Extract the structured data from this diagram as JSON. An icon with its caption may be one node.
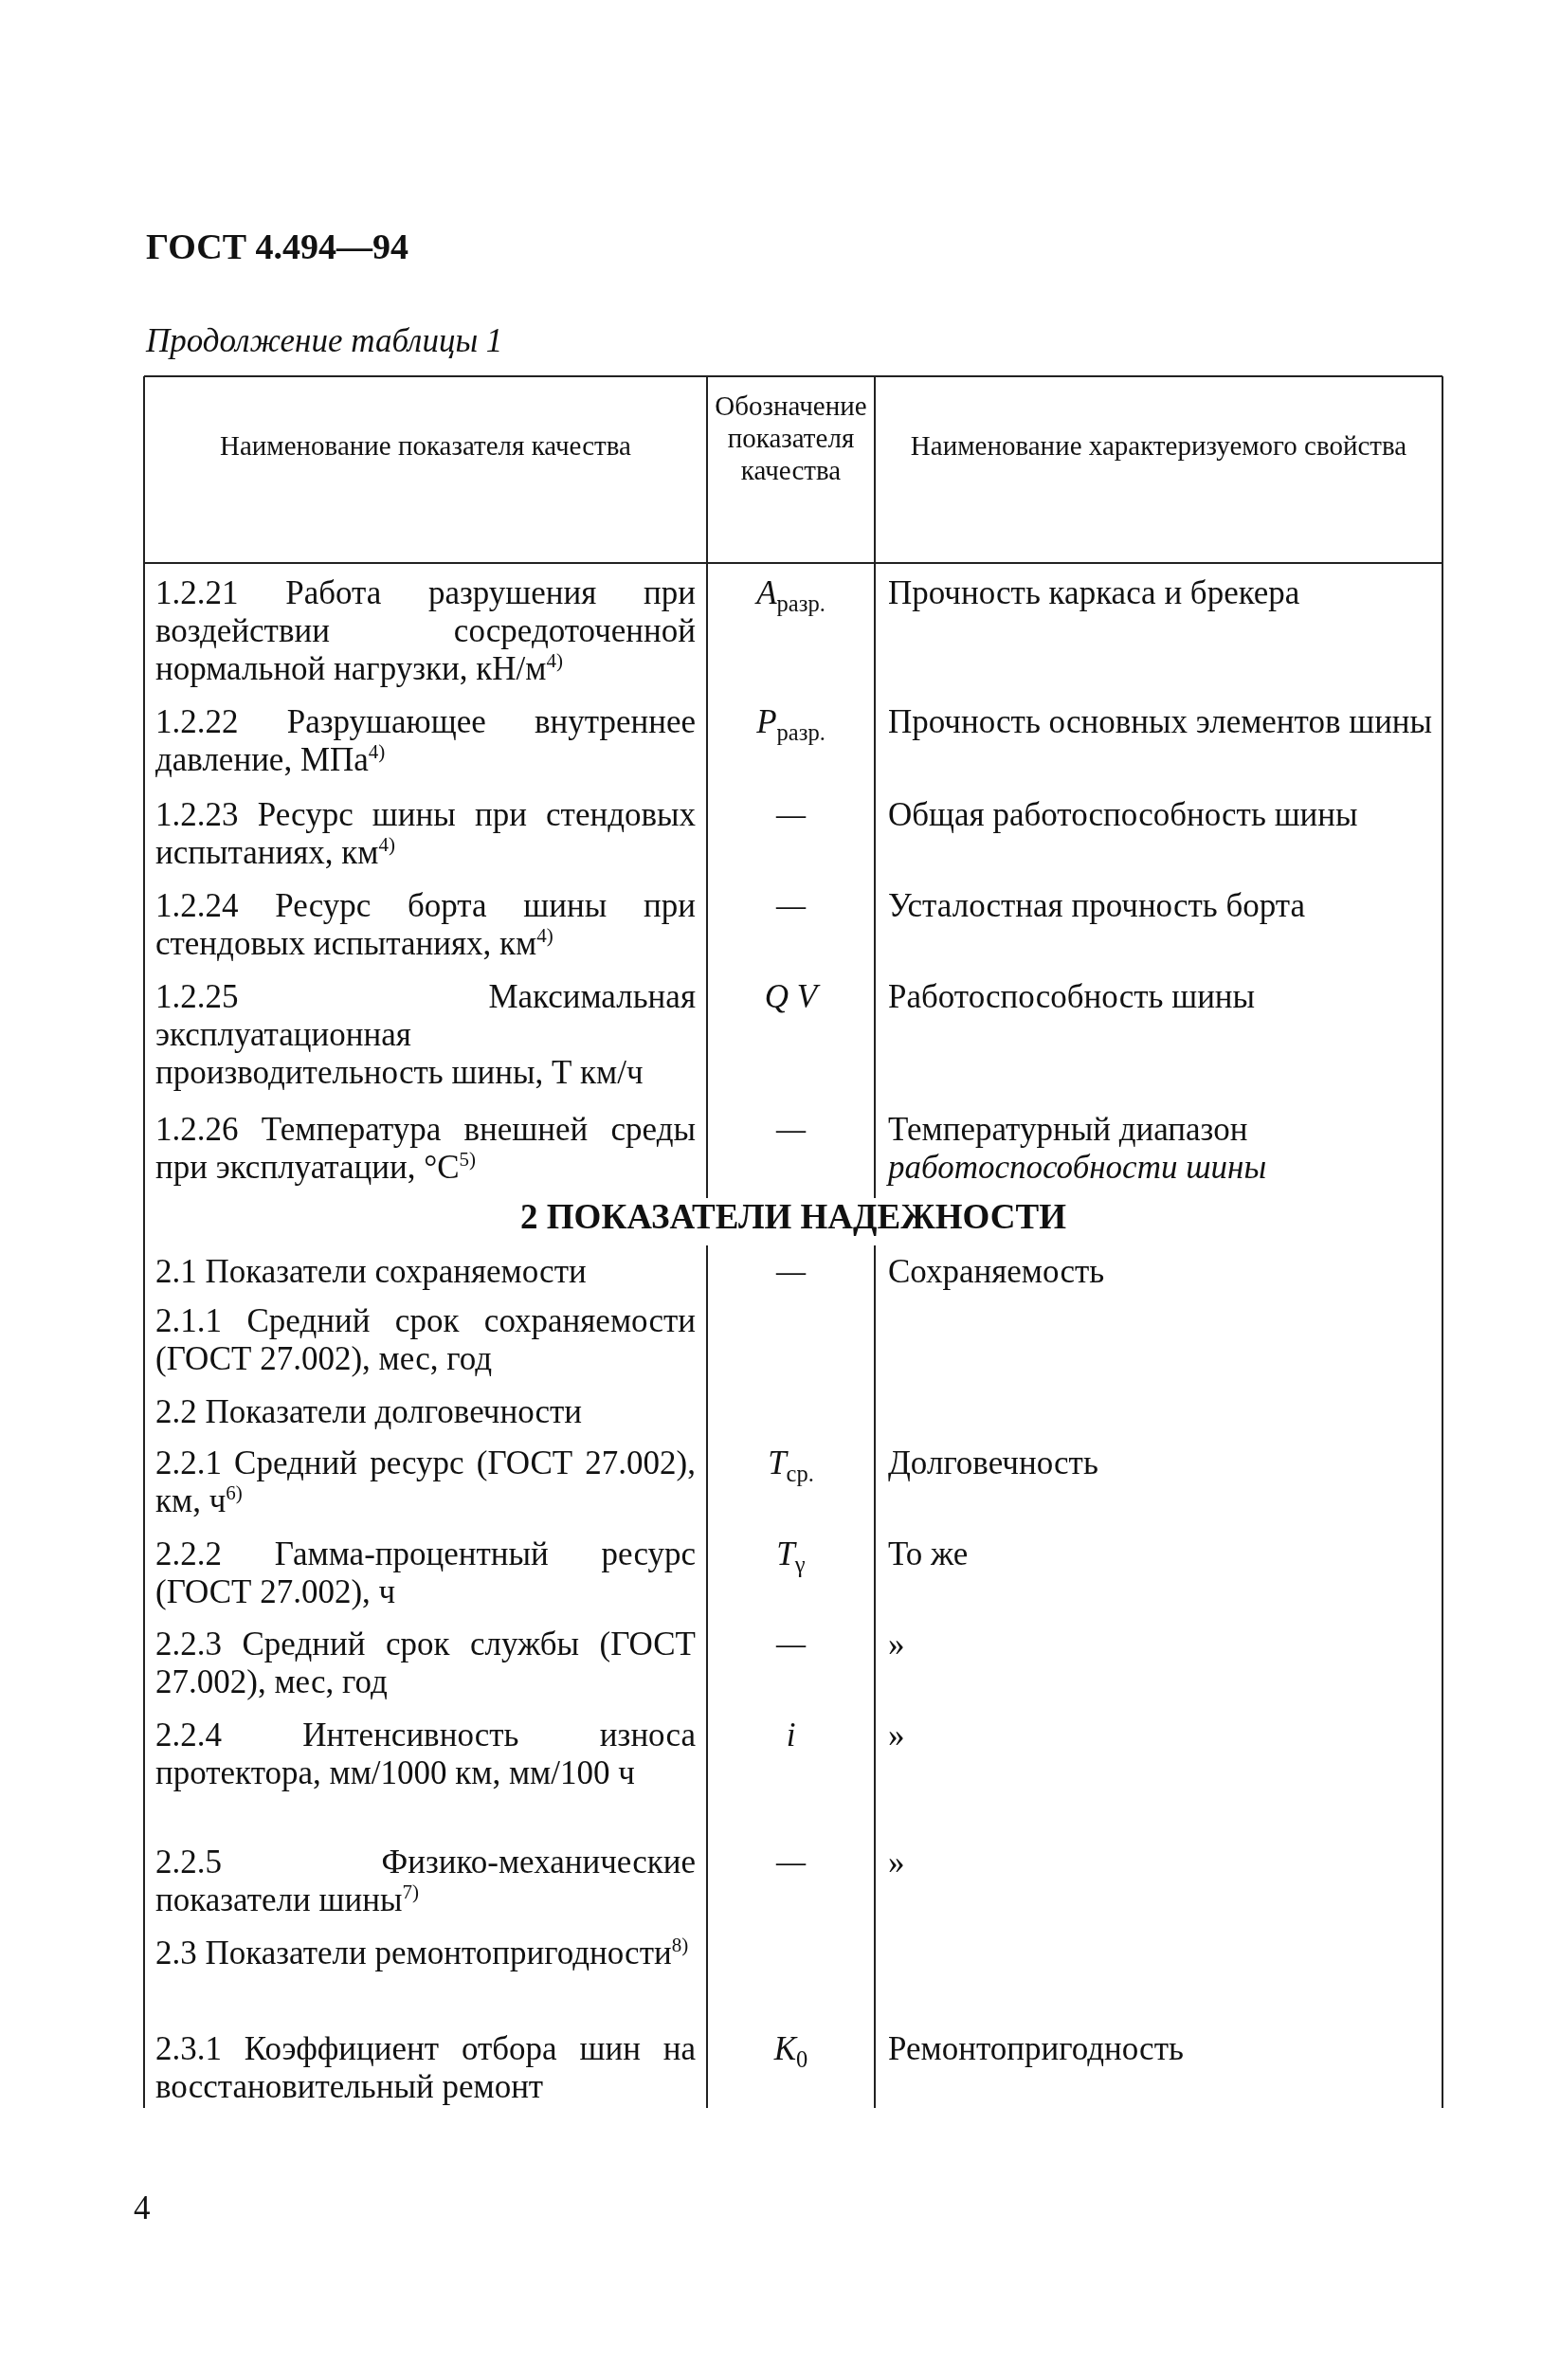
{
  "diagram": {
    "title": "ГОСТ 4.494—94",
    "labels": [
      "Продолжение таблицы 1",
      "Наименование показателя качества",
      "Обозначение показателя качества",
      "Наименование характеризуемого свойства",
      "1.2.21 Работа разрушения при воздействии сосредоточенной нормальной нагрузки, кН/м$^{4)}$",
      "A$_{разр.}$",
      "Прочность каркаса и брекера",
      "1.2.22 Разрушающее внутреннее давление, МПа$^{4)}$",
      "P$_{разр.}$",
      "Прочность основных элементов шины",
      "1.2.23 Ресурс шины при стендовых испытаниях, км$^{4)}$",
      "—",
      "Общая работоспособность шины",
      "1.2.24 Ресурс борта шины при стендовых испытаниях, км$^{4)}$",
      "—",
      "Усталостная прочность борта",
      "1.2.25 Максимальная эксплуатационная производительность шины, Т км/ч",
      "Q V",
      "Работоспособность шины",
      "1.2.26 Температура внешней среды при эксплуатации, °С$^{5)}$",
      "—",
      "Температурный диапазон *работоспособности шины*",
      "2 ПОКАЗАТЕЛИ НАДЕЖНОСТИ",
      "2.1 Показатели сохраняемости",
      "—",
      "Сохраняемость",
      "2.1.1 Средний срок сохраняемости (ГОСТ 27.002), мес, год",
      "2.2 Показатели долговечности",
      "2.2.1 Средний ресурс (ГОСТ 27.002), км, ч$^{6)}$",
      "T$_{ср.}$",
      "Долговечность",
      "2.2.2 Гамма-процентный ресурс (ГОСТ 27.002), ч",
      "T$_{γ}$",
      "То же",
      "2.2.3 Средний срок службы (ГОСТ 27.002), мес, год",
      "—",
      "»",
      "2.2.4 Интенсивность износа протектора, мм/1000 км, мм/100 ч",
      "i",
      "»",
      "2.2.5 Физико-механические показатели шины$^{7)}$",
      "—",
      "»",
      "2.3 Показатели ремонтопригодности$^{8)}$",
      "2.3.1 Коэффициент отбора шин на восстановительный ремонт",
      "K$_{0}$",
      "Ремонтопригодность",
      "4"
    ]
  }
}
